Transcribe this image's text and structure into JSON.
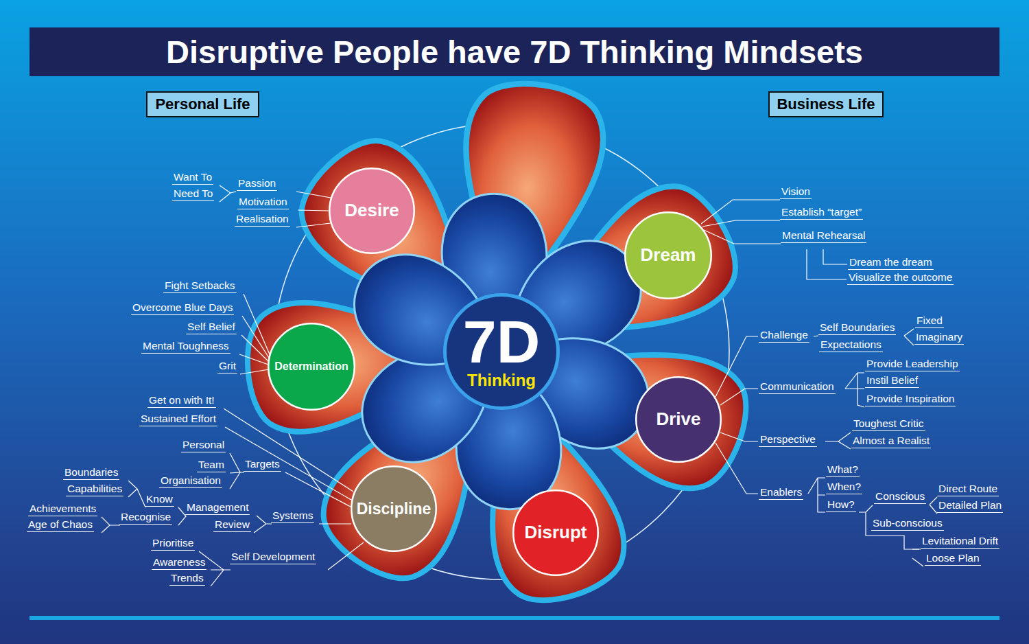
{
  "diagram": {
    "title": "Disruptive People have 7D Thinking Mindsets",
    "nodes": [
      {
        "text": [
          "Personal Life"
        ]
      },
      {
        "text": [
          "Business Life"
        ]
      },
      {
        "text": [
          "7D",
          "Thinking"
        ]
      },
      {
        "text": [
          "Desire"
        ]
      },
      {
        "text": [
          "Dream"
        ]
      },
      {
        "text": [
          "Determination"
        ]
      },
      {
        "text": [
          "Drive"
        ]
      },
      {
        "text": [
          "Discipline"
        ]
      },
      {
        "text": [
          "Disrupt"
        ]
      }
    ],
    "labels": [
      "Want To",
      "Need To",
      "Passion",
      "Motivation",
      "Realisation",
      "Fight Setbacks",
      "Overcome Blue Days",
      "Self Belief",
      "Mental Toughness",
      "Grit",
      "Get on with It!",
      "Sustained Effort",
      "Personal",
      "Team",
      "Organisation",
      "Targets",
      "Boundaries",
      "Capabilities",
      "Know",
      "Achievements",
      "Age of Chaos",
      "Recognise",
      "Management",
      "Review",
      "Systems",
      "Prioritise",
      "Awareness",
      "Trends",
      "Self Development",
      "Vision",
      "Establish “target”",
      "Mental Rehearsal",
      "Dream the dream",
      "Visualize the outcome",
      "Challenge",
      "Self Boundaries",
      "Expectations",
      "Fixed",
      "Imaginary",
      "Communication",
      "Provide Leadership",
      "Instil Belief",
      "Provide Inspiration",
      "Perspective",
      "Toughest Critic",
      "Almost a Realist",
      "Enablers",
      "What?",
      "When?",
      "How?",
      "Conscious",
      "Direct Route",
      "Detailed Plan",
      "Sub-conscious",
      "Levitational Drift",
      "Loose Plan"
    ]
  }
}
